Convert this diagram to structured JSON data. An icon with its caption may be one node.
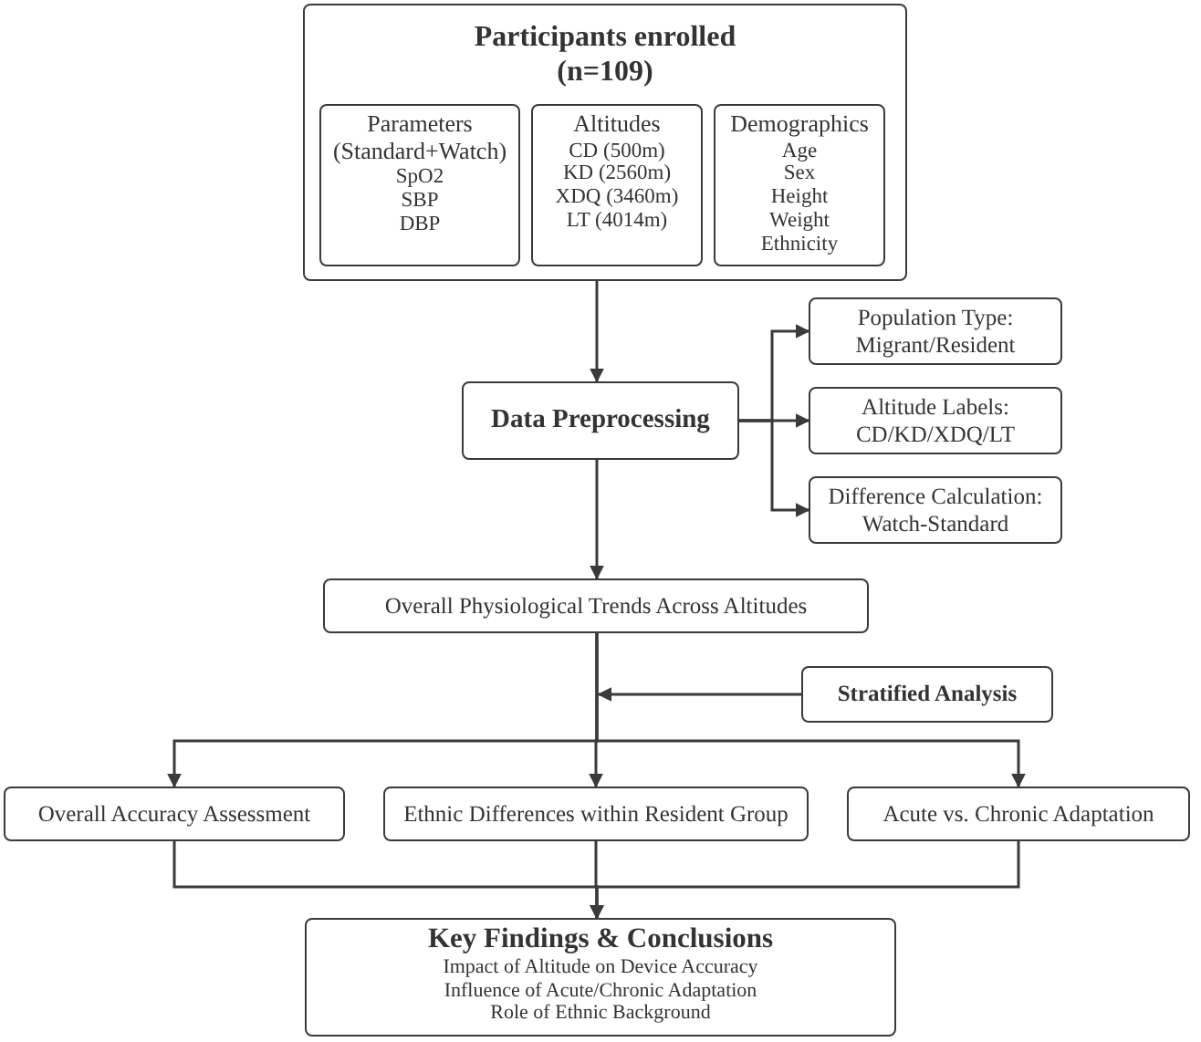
{
  "diagram": {
    "nodes": [
      {
        "text": [
          "Participants enrolled (n=109)"
        ]
      },
      {
        "text": [
          "Parameters (Standard+Watch)",
          "SpO2",
          "SBP",
          "DBP"
        ],
        "in": 0
      },
      {
        "text": [
          "Altitudes",
          "CD (500m)",
          "KD (2560m)",
          "XDQ (3460m)",
          "LT (4014m)"
        ],
        "in": 0
      },
      {
        "text": [
          "Demographics",
          "Age",
          "Sex",
          "Height",
          "Weight",
          "Ethnicity"
        ],
        "in": 0
      },
      {
        "text": [
          "Data Preprocessing"
        ]
      },
      {
        "text": [
          "Population Type: Migrant/Resident"
        ]
      },
      {
        "text": [
          "Altitude Labels: CD/KD/XDQ/LT"
        ]
      },
      {
        "text": [
          "Difference Calculation: Watch-Standard"
        ]
      },
      {
        "text": [
          "Overall Physiological Trends Across Altitudes"
        ]
      },
      {
        "text": [
          "Stratified Analysis"
        ]
      },
      {
        "text": [
          "Overall Accuracy Assessment"
        ]
      },
      {
        "text": [
          "Ethnic Differences within Resident Group"
        ]
      },
      {
        "text": [
          "Acute vs. Chronic Adaptation"
        ]
      },
      {
        "text": [
          "Key Findings & Conclusions",
          "Impact of Altitude on Device Accuracy",
          "Influence of Acute/Chronic Adaptation",
          "Role of Ethnic Background"
        ]
      }
    ],
    "edges": [
      {
        "from": 0,
        "to": 4,
        "arrow": "to"
      },
      {
        "from": 4,
        "to": 5,
        "arrow": "to"
      },
      {
        "from": 4,
        "to": 6,
        "arrow": "to"
      },
      {
        "from": 4,
        "to": 7,
        "arrow": "to"
      },
      {
        "from": 4,
        "to": 8,
        "arrow": "to"
      },
      {
        "from": 9,
        "to": null,
        "arrow": "to"
      },
      {
        "from": 8,
        "to": 10,
        "arrow": "to"
      },
      {
        "from": 8,
        "to": 11,
        "arrow": "to"
      },
      {
        "from": 8,
        "to": 12,
        "arrow": "to"
      },
      {
        "from": 10,
        "to": 13,
        "arrow": "to"
      },
      {
        "from": 11,
        "to": 13,
        "arrow": "to"
      },
      {
        "from": 12,
        "to": 13,
        "arrow": "to"
      }
    ]
  }
}
